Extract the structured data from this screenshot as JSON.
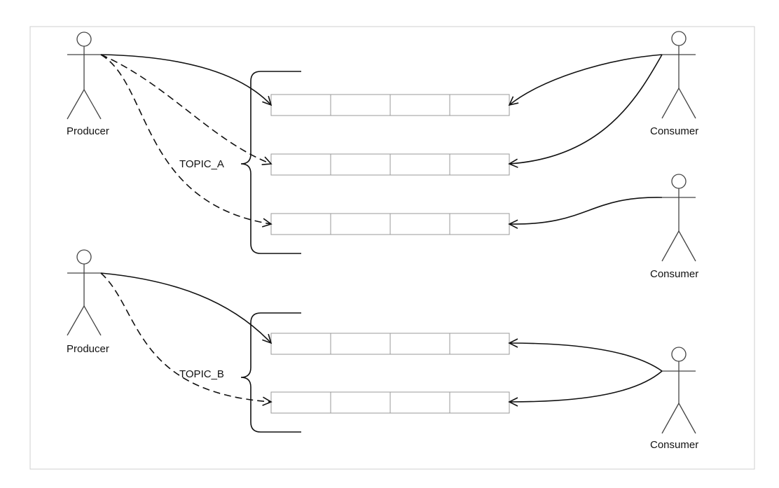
{
  "actors": {
    "producer_a": {
      "label": "Producer"
    },
    "producer_b": {
      "label": "Producer"
    },
    "consumer_1": {
      "label": "Consumer"
    },
    "consumer_2": {
      "label": "Consumer"
    },
    "consumer_3": {
      "label": "Consumer"
    }
  },
  "topics": {
    "topic_a": {
      "label": "TOPIC_A",
      "partitions": 3
    },
    "topic_b": {
      "label": "TOPIC_B",
      "partitions": 2
    }
  },
  "colors": {
    "line": "#111111",
    "actor": "#444444",
    "cell_border": "#9a9a9a",
    "frame_border": "#cfcfcf"
  }
}
